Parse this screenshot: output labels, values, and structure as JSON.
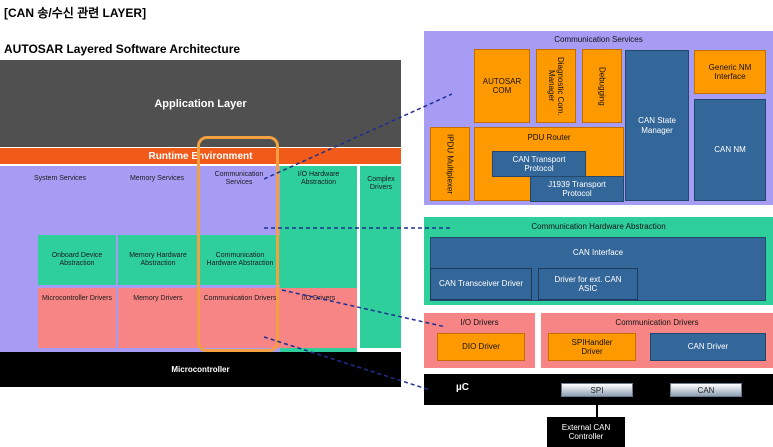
{
  "header": {
    "title": "[CAN 송/수신 관련 LAYER]",
    "subtitle": "AUTOSAR Layered Software Architecture"
  },
  "left_stack": {
    "application_layer": "Application Layer",
    "rte": "Runtime Environment",
    "services": {
      "system": "System Services",
      "memory": "Memory Services",
      "communication": "Communication Services",
      "io_hw": "I/O Hardware Abstraction",
      "complex": "Complex Drivers"
    },
    "ecu_abstraction": {
      "onboard": "Onboard Device Abstraction",
      "memory_hw": "Memory Hardware Abstraction",
      "comm_hw": "Communication Hardware Abstraction"
    },
    "mcal": {
      "micro_drivers": "Microcontroller Drivers",
      "memory_drivers": "Memory Drivers",
      "comm_drivers": "Communication Drivers",
      "io_drivers": "I/O Drivers"
    },
    "microcontroller": "Microcontroller"
  },
  "comm_services": {
    "title": "Communication Services",
    "autosar_com": "AUTOSAR COM",
    "diagnostic_com_manager": "Diagnostic Com. Manager",
    "debugging": "Debugging",
    "can_state_manager": "CAN State Manager",
    "generic_nm": "Generic NM Interface",
    "can_nm": "CAN NM",
    "ipdu_multiplexer": "IPDU Multiplexer",
    "pdu_router": "PDU Router",
    "can_tp": "CAN Transport Protocol",
    "j1939_tp": "J1939 Transport Protocol"
  },
  "comm_hw_abstraction": {
    "title": "Communication Hardware Abstraction",
    "can_interface": "CAN Interface",
    "can_transceiver": "CAN Transceiver Driver",
    "ext_can_asic": "Driver for ext. CAN ASIC"
  },
  "io_drivers": {
    "title": "I/O Drivers",
    "dio": "DIO Driver"
  },
  "comm_drivers": {
    "title": "Communication Drivers",
    "spi_handler": "SPIHandler Driver",
    "can_driver": "CAN Driver"
  },
  "microcontroller_detail": {
    "label": "µC",
    "spi": "SPI",
    "can": "CAN"
  },
  "external_controller": "External CAN Controller",
  "colors": {
    "services": "#a79cf4",
    "ecu_abstraction": "#2fcf9c",
    "mcal": "#f78585",
    "rte": "#f25a1a",
    "highlight": "#f2a040",
    "module_orange": "#ff9900",
    "module_blue": "#336699"
  }
}
